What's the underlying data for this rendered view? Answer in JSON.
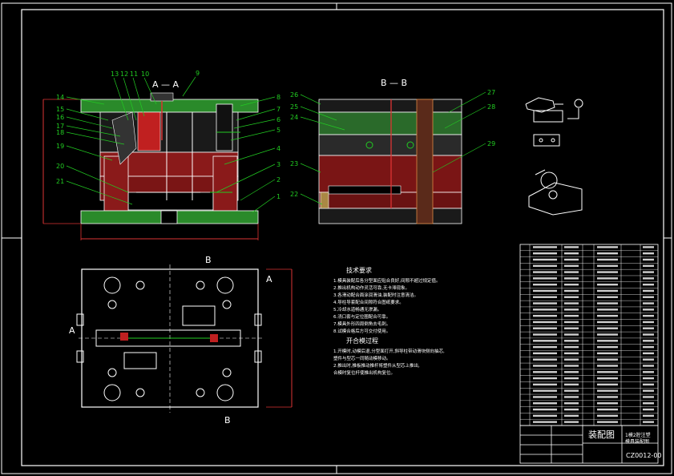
{
  "sections": {
    "section_a": "A — A",
    "section_b": "B — B",
    "cut_a_left": "A",
    "cut_a_right": "A",
    "cut_b_top": "B",
    "cut_b_bottom": "B"
  },
  "balloons_left": [
    "14",
    "15",
    "16",
    "17",
    "18",
    "19",
    "20",
    "21"
  ],
  "balloons_top": [
    "13",
    "12",
    "11",
    "10",
    "9"
  ],
  "balloons_right": [
    "8",
    "7",
    "6",
    "5",
    "4",
    "3",
    "2",
    "1"
  ],
  "balloons_b_left": [
    "26",
    "25",
    "24",
    "23",
    "22"
  ],
  "balloons_b_right": [
    "27",
    "28",
    "29"
  ],
  "notes": {
    "tech_title": "技术要求",
    "tech_lines": [
      "1.模具装配后各分型面应贴合良好,间隙不超过规定值。",
      "2.推出机构动作灵活可靠,无卡滞现象。",
      "3.各滑动配合面涂润滑油,装配时注意清洁。",
      "4.导柱导套配合间隙符合图纸要求。",
      "5.冷却水道畅通无渗漏。",
      "6.浇口套与定位圈配合可靠。",
      "7.模具外形四周倒角去毛刺。",
      "8.试模合格后方可交付使用。"
    ],
    "process_title": "开合模过程",
    "process_lines": [
      "1.开模时,动模后退,分型面打开,斜导柱带动滑块侧向抽芯,",
      "塑件与型芯一同随动模移动。",
      "2.推出时,推板推动推杆将塑件从型芯上推出,",
      "合模时复位杆使推出机构复位。"
    ]
  },
  "title_block": {
    "drawing_name": "装配图",
    "drawing_number": "CZ0012-00",
    "product_line1": "1模2腔注塑",
    "product_line2": "模具装配图"
  },
  "bom_rows": 29
}
